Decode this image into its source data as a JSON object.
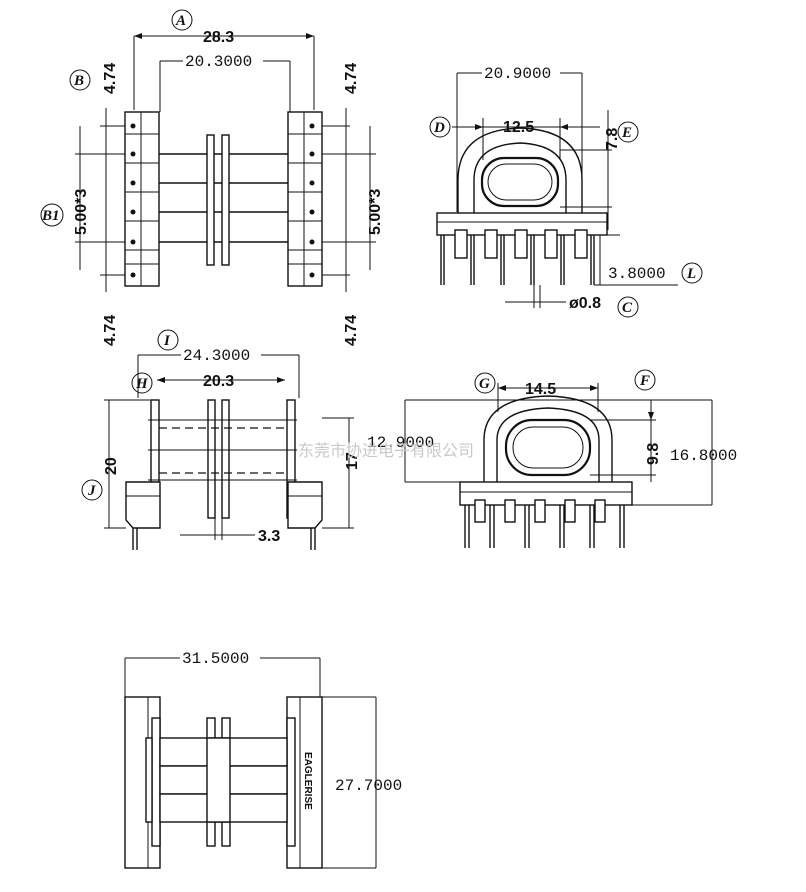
{
  "top_left_view": {
    "dim_A": "28.3",
    "dim_inner": "20.3000",
    "dim_left_top": "4.74",
    "dim_right_top": "4.74",
    "dim_left_pitch": "5.00*3",
    "dim_right_pitch": "5.00*3",
    "dim_left_bottom": "4.74",
    "dim_right_bottom": "4.74",
    "label_A": "A",
    "label_B": "B",
    "label_B1": "B1"
  },
  "top_right_view": {
    "dim_width": "20.9000",
    "dim_window": "12.5",
    "dim_height": "7.8",
    "dim_pin_length": "3.8000",
    "dim_pin_dia": "ø0.8",
    "label_D": "D",
    "label_E": "E",
    "label_L": "L",
    "label_C": "C"
  },
  "mid_left_view": {
    "dim_outer": "24.3000",
    "dim_inner": "20.3",
    "dim_height": "20",
    "dim_flange_height": "17",
    "dim_gap": "3.3",
    "label_I": "I",
    "label_H": "H",
    "label_J": "J"
  },
  "mid_right_view": {
    "dim_window": "14.5",
    "dim_left": "12.9000",
    "dim_window_height": "9.8",
    "dim_total_height": "16.8000",
    "label_G": "G",
    "label_F": "F"
  },
  "bottom_view": {
    "dim_width": "31.5000",
    "dim_height": "27.7000",
    "brand_text": "EAGLERISE"
  },
  "watermark": "东莞市协进电子有限公司"
}
